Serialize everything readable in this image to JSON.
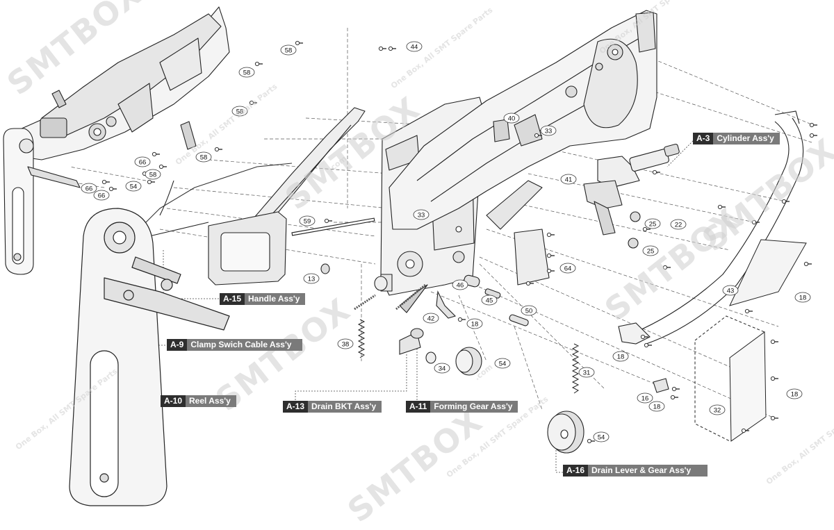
{
  "watermark": {
    "brand": "SMTBOX",
    "small_text": "One Box, All SMT Spare Parts",
    "domain": ".com"
  },
  "assemblies": [
    {
      "code": "A-3",
      "name": "Cylinder Ass'y"
    },
    {
      "code": "A-15",
      "name": "Handle Ass'y"
    },
    {
      "code": "A-9",
      "name": "Clamp Swich Cable Ass'y"
    },
    {
      "code": "A-10",
      "name": "Reel Ass'y"
    },
    {
      "code": "A-13",
      "name": "Drain BKT Ass'y"
    },
    {
      "code": "A-11",
      "name": "Forming Gear Ass'y"
    },
    {
      "code": "A-16",
      "name": "Drain Lever & Gear Ass'y"
    }
  ],
  "callouts": [
    "58",
    "58",
    "58",
    "58",
    "44",
    "40",
    "33",
    "41",
    "66",
    "66",
    "66",
    "58",
    "54",
    "59",
    "33",
    "13",
    "46",
    "45",
    "50",
    "42",
    "18",
    "38",
    "34",
    "54",
    "31",
    "54",
    "64",
    "25",
    "25",
    "22",
    "43",
    "18",
    "18",
    "16",
    "18",
    "32",
    "18"
  ]
}
